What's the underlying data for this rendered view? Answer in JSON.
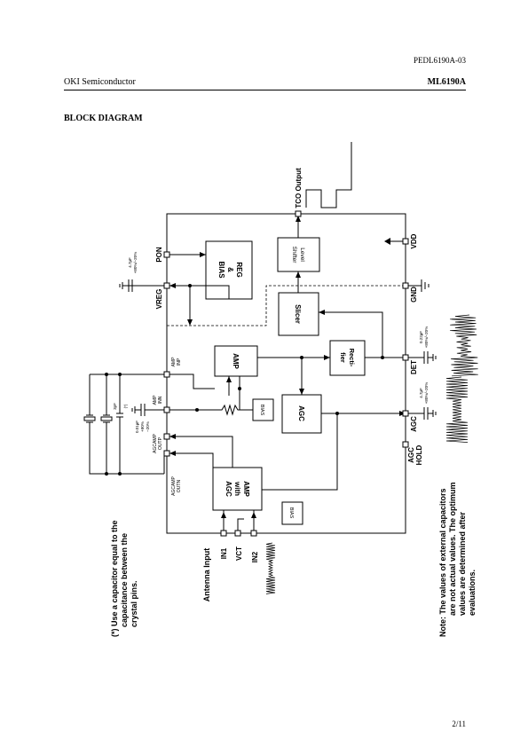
{
  "header": {
    "doc_id": "PEDL6190A-03",
    "company": "OKI Semiconductor",
    "part_number": "ML6190A"
  },
  "section_title": "BLOCK DIAGRAM",
  "blocks": {
    "reg_bias": [
      "REG",
      "&",
      "BIAS"
    ],
    "level_shifter": [
      "Level",
      "Shifter"
    ],
    "slicer": "Slicer",
    "amp": "AMP",
    "rectifier": [
      "Recti-",
      "fier"
    ],
    "agc": "AGC",
    "bias_small": "BIAS",
    "amp_with_agc": [
      "AMP",
      "with",
      "AGC"
    ],
    "bias_lower": "BIAS"
  },
  "pins": {
    "tco_output": "TCO Output",
    "pon": "PON",
    "vreg": "VREG",
    "vdd": "VDD",
    "gnd": "GND",
    "det": "DET",
    "agc": "AGC",
    "agc_hold": [
      "AGC",
      "HOLD"
    ],
    "amp_inp": [
      "AMP",
      "INP"
    ],
    "amp_inn": [
      "AMP",
      "INN"
    ],
    "agcamp_outp": [
      "AGCAMP",
      "OUTP"
    ],
    "agcamp_outn": [
      "AGCAMP",
      "OUTN"
    ],
    "antenna_input": "Antenna Input",
    "in1": "IN1",
    "vct": "VCT",
    "in2": "IN2"
  },
  "capacitors": {
    "vreg_cap": [
      "4.7µF",
      "+80%/–20%"
    ],
    "det_cap": [
      "0.22µF",
      "+80%/–20%"
    ],
    "agc_cap": [
      "4.7µF",
      "+80%/–20%"
    ],
    "amp_cap": [
      "0.01µF",
      "+80%",
      "–20%"
    ],
    "crystal_cap": [
      "3pF",
      "(*)"
    ]
  },
  "notes": {
    "crystal": [
      "(*) Use a capacitor equal to the",
      "capacitance between the",
      "crystal pins."
    ],
    "values": [
      "Note: The values of external capacitors",
      "are not actual values. The optimum",
      "values are determined after",
      "evaluations."
    ]
  },
  "page": "2/11"
}
